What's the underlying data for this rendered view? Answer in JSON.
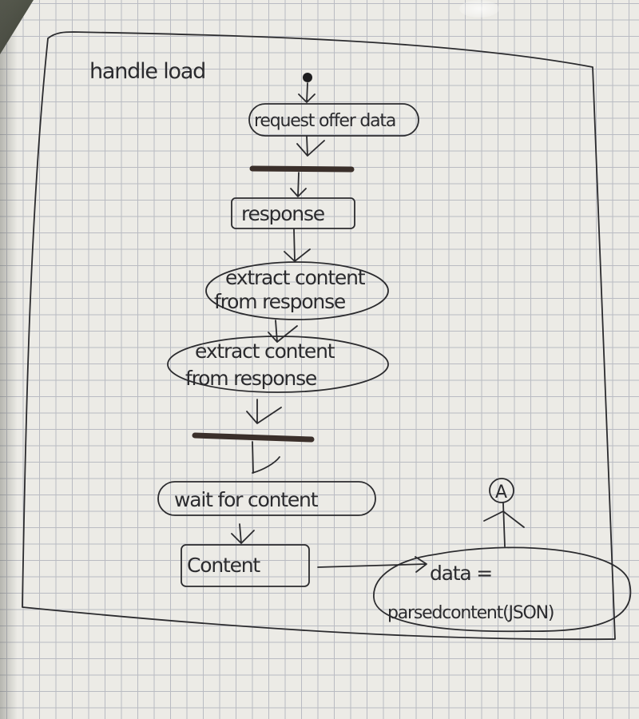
{
  "diagram": {
    "title": "handle load",
    "nodes": {
      "request": "request offer data",
      "response": "response",
      "extract1_line1": "extract content",
      "extract1_line2": "from response",
      "extract2_line1": "extract content",
      "extract2_line2": "from response",
      "wait": "wait for content",
      "content": "Content",
      "data_line1": "data =",
      "data_line2": "parsedcontent(JSON)"
    },
    "actor_label": "A"
  }
}
